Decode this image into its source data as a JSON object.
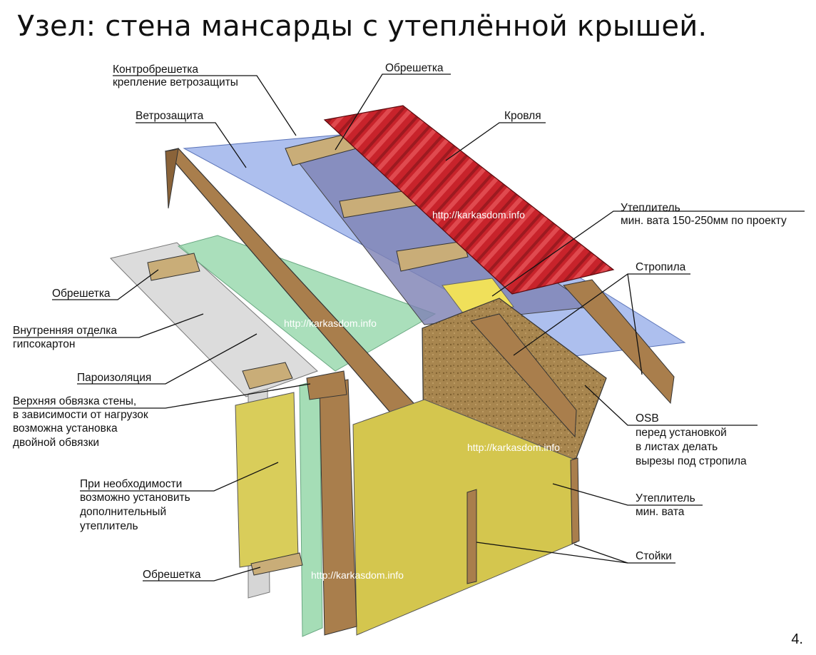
{
  "title": "Узел: стена мансарды с утеплённой крышей.",
  "page_number": "4.",
  "watermark": "http://karkasdom.info",
  "labels": {
    "counter_batten_1": "Контробрешетка",
    "counter_batten_2": "крепление ветрозащиты",
    "batten_top": "Обрешетка",
    "wind_barrier": "Ветрозащита",
    "roofing": "Кровля",
    "roof_insulation_1": "Утеплитель",
    "roof_insulation_2": "мин. вата 150-250мм по проекту",
    "rafters": "Стропила",
    "batten_left": "Обрешетка",
    "interior_1": "Внутренняя отделка",
    "interior_2": "гипсокартон",
    "vapor_barrier": "Пароизоляция",
    "top_plate_1": "Верхняя обвязка стены,",
    "top_plate_2": "в зависимости от нагрузок",
    "top_plate_3": "возможна установка",
    "top_plate_4": "двойной обвязки",
    "extra_insul_1": "При необходимости",
    "extra_insul_2": "возможно установить",
    "extra_insul_3": "дополнительный",
    "extra_insul_4": "утеплитель",
    "batten_bottom": "Обрешетка",
    "osb_1": "OSB",
    "osb_2": "перед установкой",
    "osb_3": "в листах делать",
    "osb_4": "вырезы под стропила",
    "wall_insul_1": "Утеплитель",
    "wall_insul_2": "мин. вата",
    "studs": "Стойки"
  },
  "colors": {
    "roofing": "#c8232b",
    "wood": "#c9ad78",
    "rafter": "#a97e4c",
    "wind_barrier": "#8aa3e6",
    "vapor_barrier": "#7fcc99",
    "drywall": "#d9d9d9",
    "insulation": "#d4c64e",
    "osb": "#a8864f"
  }
}
